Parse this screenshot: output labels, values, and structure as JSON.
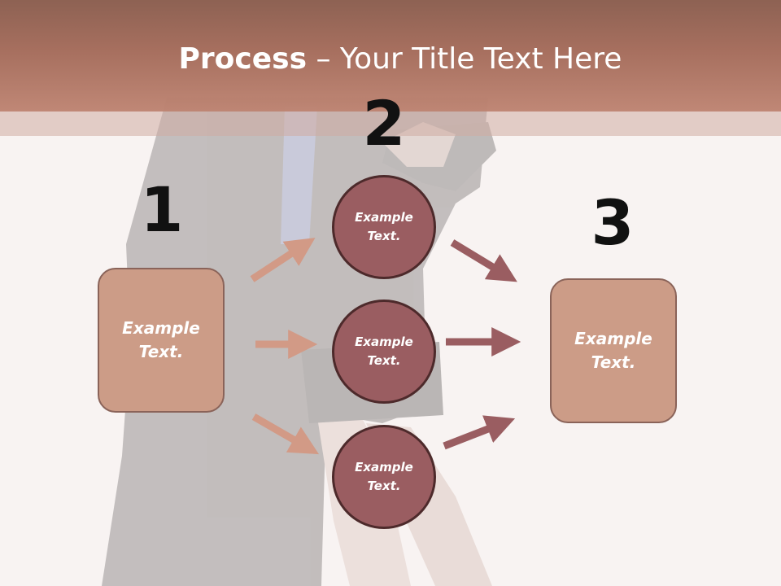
{
  "title": {
    "strong": "Process",
    "rest": " – Your Title Text Here"
  },
  "steps": {
    "one": "1",
    "two": "2",
    "three": "3"
  },
  "left_box": {
    "text": "Example Text."
  },
  "circles": [
    {
      "text": "Example Text."
    },
    {
      "text": "Example Text."
    },
    {
      "text": "Example Text."
    }
  ],
  "right_box": {
    "text": "Example Text."
  },
  "colors": {
    "header": "#a46b5a",
    "box_fill": "#cc9c87",
    "circle_fill": "#9a5d61",
    "arrow_left": "#d29a86",
    "arrow_right": "#9a5d61"
  }
}
